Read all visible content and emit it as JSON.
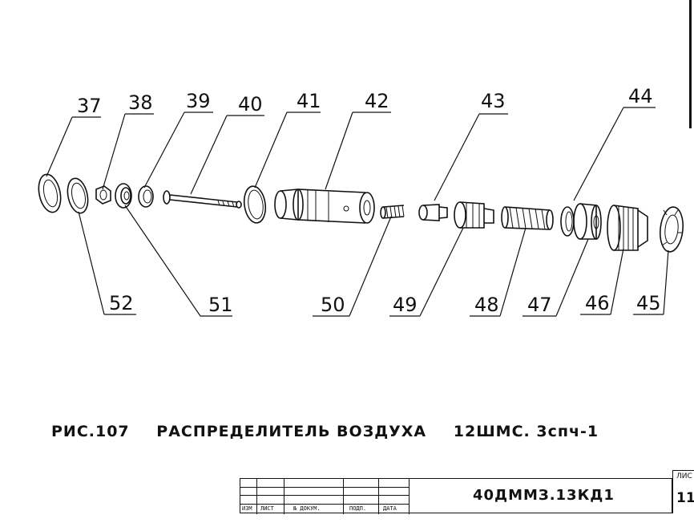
{
  "callouts_top": [
    "37",
    "38",
    "39",
    "40",
    "41",
    "42",
    "43",
    "44"
  ],
  "callouts_bottom": [
    "52",
    "51",
    "50",
    "49",
    "48",
    "47",
    "46",
    "45"
  ],
  "caption": {
    "fig": "РИС.107",
    "name": "РАСПРЕДЕЛИТЕЛЬ ВОЗДУХА",
    "model": "12ШМС. 3спч-1"
  },
  "title_block": {
    "col_labels": [
      "ИЗМ",
      "ЛИСТ",
      "№ ДОКУМ.",
      "ПОДП.",
      "ДАТА"
    ],
    "doc_code": "40ДММЗ.13КД1",
    "sheet_label": "ЛИС",
    "sheet_number": "11"
  }
}
